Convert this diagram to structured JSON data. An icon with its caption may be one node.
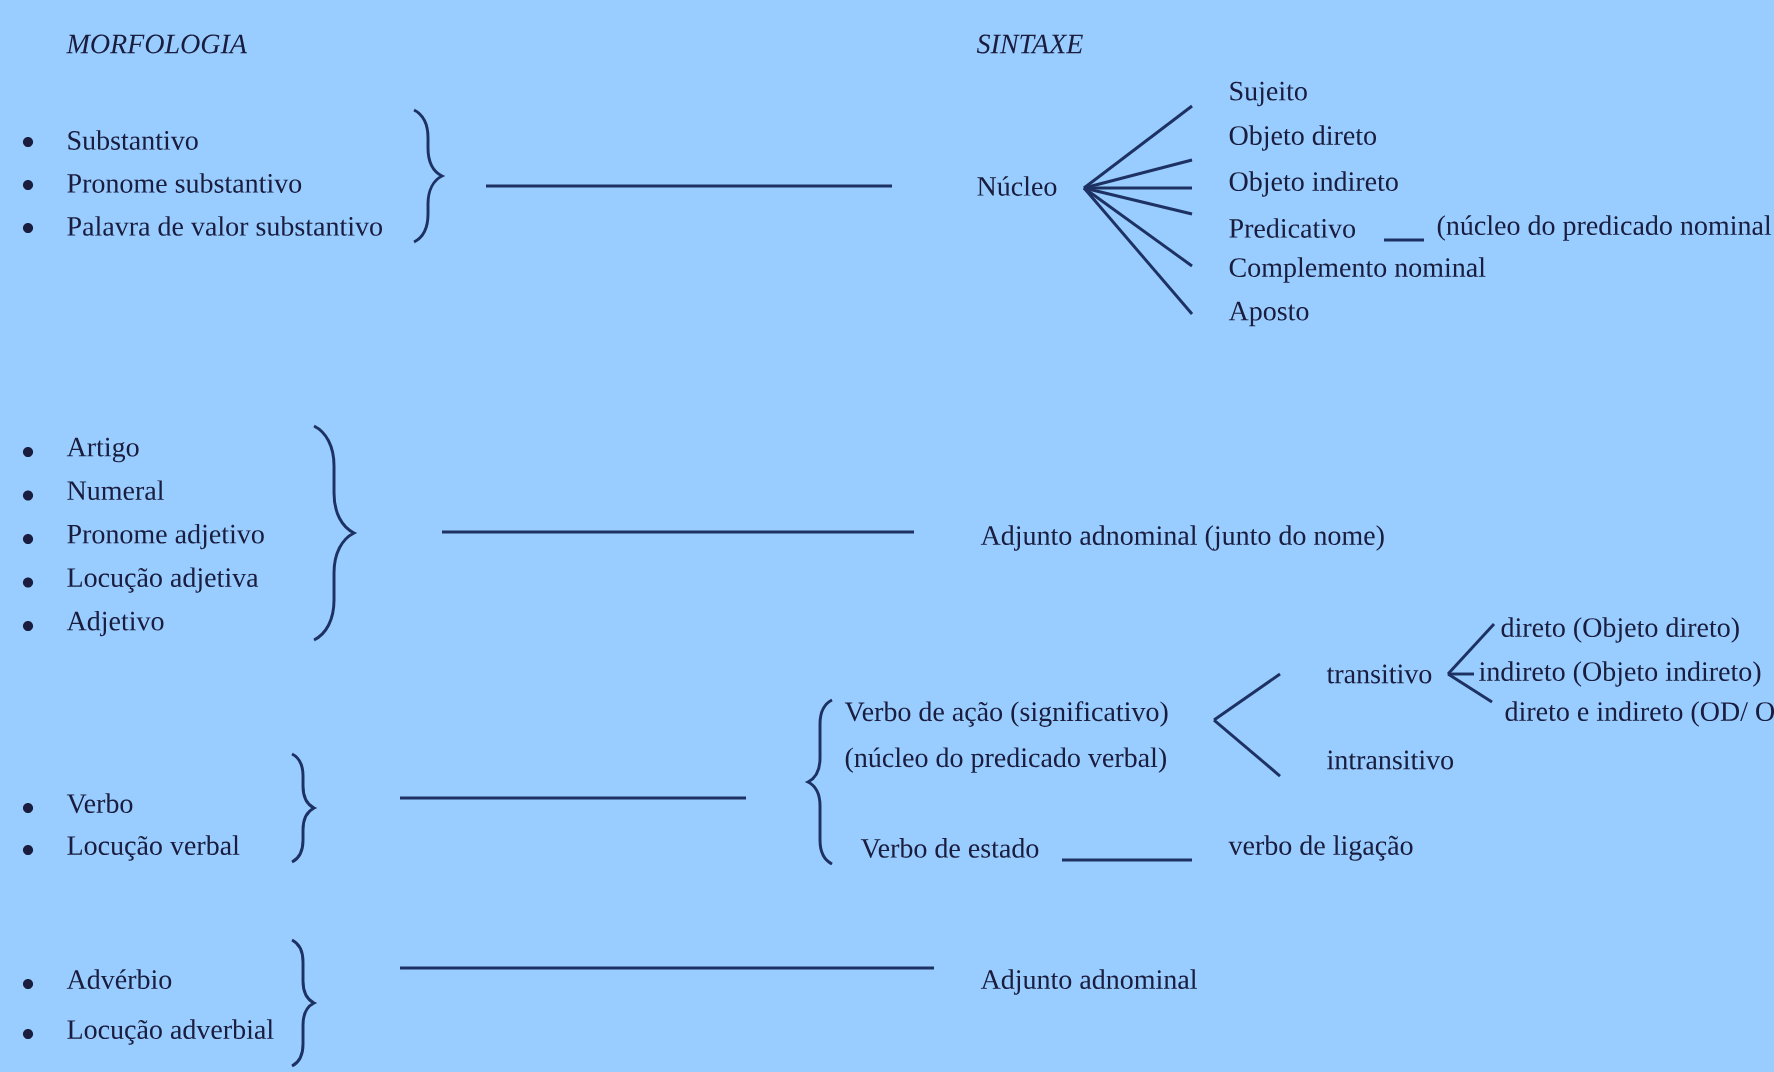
{
  "diagram": {
    "nodes": [
      {
        "text": [
          "Substantivo",
          "Pronome substantivo",
          "Palavra de valor substantivo"
        ]
      },
      {
        "text": [
          "Núcleo"
        ]
      },
      {
        "text": [
          "Sujeito"
        ]
      },
      {
        "text": [
          "Objeto direto"
        ]
      },
      {
        "text": [
          "Objeto indireto"
        ]
      },
      {
        "text": [
          "Predicativo"
        ]
      },
      {
        "text": [
          "(núcleo do predicado nominal"
        ]
      },
      {
        "text": [
          "Complemento nominal"
        ]
      },
      {
        "text": [
          "Aposto"
        ]
      },
      {
        "text": [
          "Artigo",
          "Numeral",
          "Pronome adjetivo",
          "Locução adjetiva",
          "Adjetivo"
        ]
      },
      {
        "text": [
          "Adjunto adnominal (junto do nome)"
        ]
      },
      {
        "text": [
          "Verbo",
          "Locução verbal"
        ]
      },
      {
        "text": [],
        "shape": "brace"
      },
      {
        "text": [
          "Verbo de ação (significativo)",
          "(núcleo do predicado verbal)"
        ]
      },
      {
        "text": [
          "transitivo"
        ]
      },
      {
        "text": [
          "direto (Objeto direto)"
        ]
      },
      {
        "text": [
          "indireto (Objeto indireto)"
        ]
      },
      {
        "text": [
          "direto e indireto (OD/ O"
        ]
      },
      {
        "text": [
          "intransitivo"
        ]
      },
      {
        "text": [
          "Verbo de estado"
        ]
      },
      {
        "text": [
          "verbo de ligação"
        ]
      },
      {
        "text": [
          "Advérbio",
          "Locução adverbial"
        ]
      },
      {
        "text": [
          "Adjunto adnominal"
        ]
      }
    ],
    "edges": [
      {
        "from": 0,
        "to": 1,
        "arrow": "none"
      },
      {
        "from": 1,
        "to": 2,
        "arrow": "none"
      },
      {
        "from": 1,
        "to": 3,
        "arrow": "none"
      },
      {
        "from": 1,
        "to": 4,
        "arrow": "none"
      },
      {
        "from": 1,
        "to": 5,
        "arrow": "none"
      },
      {
        "from": 1,
        "to": 7,
        "arrow": "none"
      },
      {
        "from": 1,
        "to": 8,
        "arrow": "none"
      },
      {
        "from": 5,
        "to": 6,
        "arrow": "none"
      },
      {
        "from": 9,
        "to": 10,
        "arrow": "none"
      },
      {
        "from": 11,
        "to": 12,
        "arrow": "none"
      },
      {
        "from": 13,
        "to": 14,
        "arrow": "none"
      },
      {
        "from": 13,
        "to": 18,
        "arrow": "none"
      },
      {
        "from": 14,
        "to": 15,
        "arrow": "none"
      },
      {
        "from": 14,
        "to": 16,
        "arrow": "none"
      },
      {
        "from": 14,
        "to": 17,
        "arrow": "none"
      },
      {
        "from": 19,
        "to": 20,
        "arrow": "none"
      },
      {
        "from": 21,
        "to": 22,
        "arrow": "none"
      }
    ],
    "labels": [
      "MORFOLOGIA",
      "SINTAXE"
    ]
  }
}
